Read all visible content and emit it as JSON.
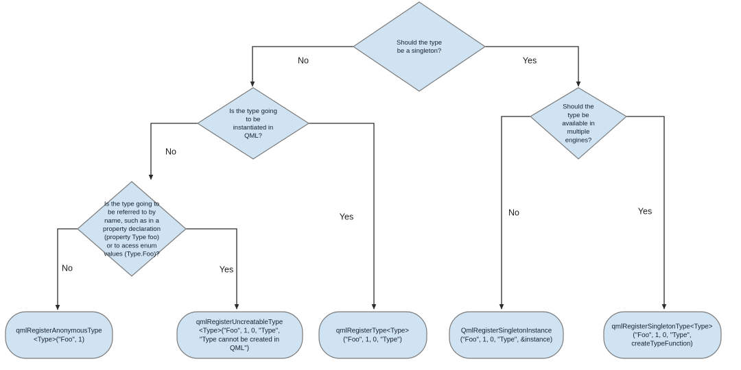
{
  "diagram": {
    "title": "QML type registration decision flowchart",
    "colors": {
      "node_fill": "#cfe3f2",
      "node_stroke": "#7a7a7a",
      "edge_stroke": "#2b2b2b",
      "text": "#16202c",
      "background": "#ffffff"
    },
    "decisions": [
      {
        "id": "d1",
        "lines": [
          "Should the type",
          "be a singleton?"
        ]
      },
      {
        "id": "d2",
        "lines": [
          "Is the type going",
          "to be",
          "instantiated in",
          "QML?"
        ]
      },
      {
        "id": "d3",
        "lines": [
          "Is the type going to",
          "be referred to by",
          "name, such as in a",
          "property declaration",
          "(property Type foo)",
          "or to acess enum",
          "values (Type.Foo)?"
        ]
      },
      {
        "id": "d4",
        "lines": [
          "Should the",
          "type be",
          "available in",
          "multiple",
          "engines?"
        ]
      }
    ],
    "terminals": [
      {
        "id": "t1",
        "lines": [
          "qmlRegisterAnonymousType",
          "<Type>(\"Foo\", 1)"
        ]
      },
      {
        "id": "t2",
        "lines": [
          "qmlRegisterUncreatableType",
          "<Type>(\"Foo\", 1, 0, \"Type\",",
          "\"Type cannot be created in",
          "QML\")"
        ]
      },
      {
        "id": "t3",
        "lines": [
          "qmlRegisterType<Type>",
          "(\"Foo\", 1, 0, \"Type\")"
        ]
      },
      {
        "id": "t4",
        "lines": [
          "QmlRegisterSingletonInstance",
          "(\"Foo\", 1, 0, \"Type\", &instance)"
        ]
      },
      {
        "id": "t5",
        "lines": [
          "qmlRegisterSingletonType<Type>",
          "(\"Foo\", 1, 0, \"Type\",",
          "createTypeFunction)"
        ]
      }
    ],
    "edge_labels": {
      "d1_no": "No",
      "d1_yes": "Yes",
      "d2_no": "No",
      "d2_yes": "Yes",
      "d3_no": "No",
      "d3_yes": "Yes",
      "d4_no": "No",
      "d4_yes": "Yes"
    }
  }
}
